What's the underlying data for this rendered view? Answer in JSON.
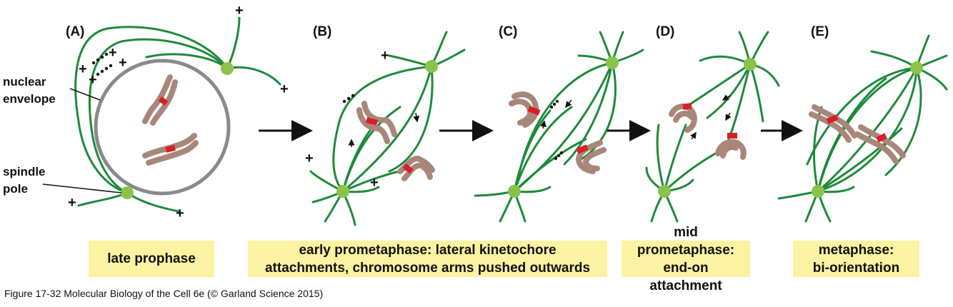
{
  "panels": {
    "a": {
      "label": "(A)"
    },
    "b": {
      "label": "(B)"
    },
    "c": {
      "label": "(C)"
    },
    "d": {
      "label": "(D)"
    },
    "e": {
      "label": "(E)"
    }
  },
  "annotations": {
    "nuclear_line1": "nuclear",
    "nuclear_line2": "envelope",
    "spindle_line1": "spindle",
    "spindle_line2": "pole",
    "plus": "+"
  },
  "stages": {
    "late_prophase": "late prophase",
    "early_line1": "early prometaphase: lateral kinetochore",
    "early_line2": "attachments, chromosome arms pushed outwards",
    "mid_line1": "mid prometaphase:",
    "mid_line2": "end-on attachment",
    "meta_line1": "metaphase:",
    "meta_line2": "bi-orientation"
  },
  "caption": "Figure 17-32  Molecular Biology of the Cell 6e (© Garland Science 2015)",
  "colors": {
    "microtubule": "#1e8a3a",
    "pole": "#8bc34a",
    "chromosome": "#a8877a",
    "kinetochore": "#d62027",
    "nuclear_envelope": "#8a8a8a",
    "label_box": "#fbf3a1"
  }
}
